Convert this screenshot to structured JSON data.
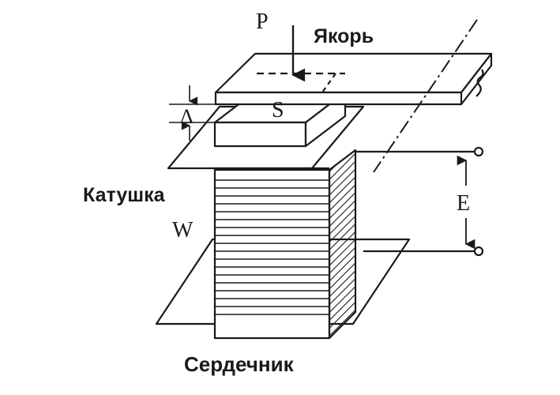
{
  "diagram": {
    "labels": {
      "force": "P",
      "armature": "Якорь",
      "gap": "Δ",
      "area": "S",
      "coil": "Катушка",
      "turns": "W",
      "emf": "E",
      "core": "Сердечник"
    }
  }
}
